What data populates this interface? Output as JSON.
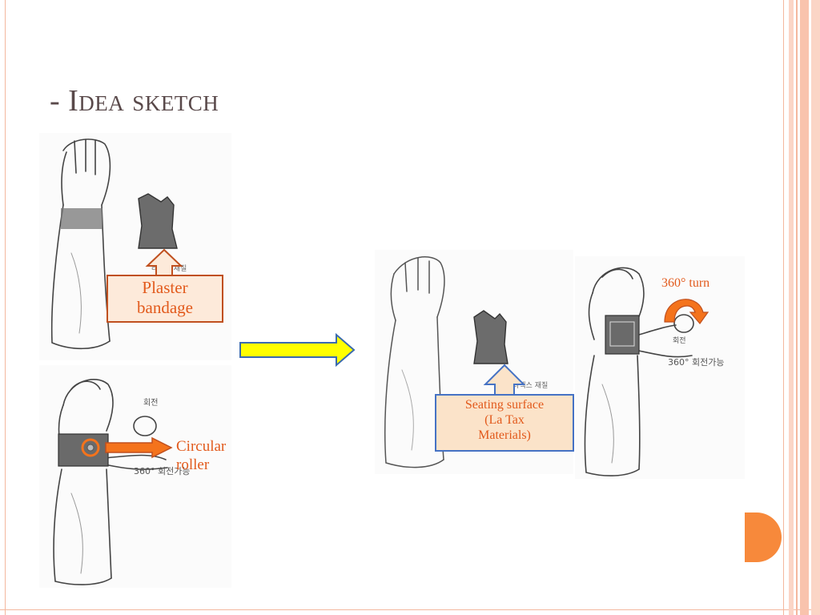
{
  "slide": {
    "title": "- Idea sketch",
    "accent_color": "#f7893b",
    "frame_color": "#f4b79e"
  },
  "labels": {
    "plaster_bandage": "Plaster\nbandage",
    "circular_roller": "Circular\nroller",
    "seating_surface": "Seating surface\n(La Tax\nMaterials)",
    "turn_360": "360° turn"
  },
  "sketch_notes": {
    "rotate": "회전",
    "rotate_360": "360° 회전가능",
    "latex_material": "라텍스 재질"
  },
  "colors": {
    "label_text": "#e25a1c",
    "plaster_border": "#c0501f",
    "plaster_fill": "#fdeada",
    "seating_fill": "#fbe3c9",
    "seating_border": "#4572c4",
    "arrow_yellow": "#ffff00",
    "arrow_yellow_stroke": "#3a6aaf",
    "arrow_orange": "#f4731c"
  }
}
